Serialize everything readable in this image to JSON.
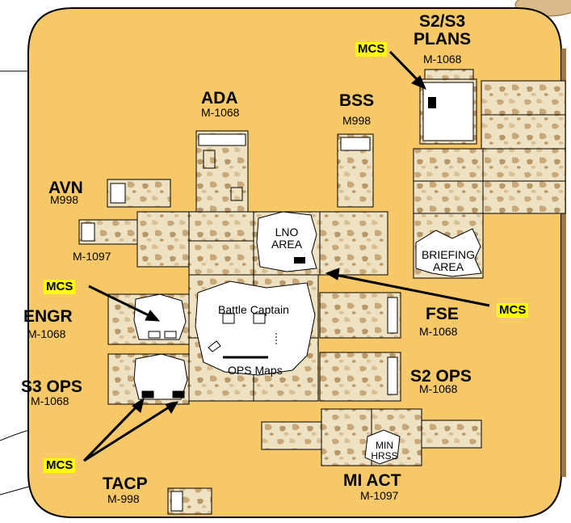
{
  "colors": {
    "background_panel": "#f6c867",
    "panel_border": "#000000",
    "camo_base": "#efe2c2",
    "camo_spot": "#c8a878",
    "highlight": "#ffff00",
    "open_area": "#ffffff"
  },
  "labels": {
    "s2s3_plans": {
      "name": "S2/S3\nPLANS",
      "vehicle": "M-1068"
    },
    "ada": {
      "name": "ADA",
      "vehicle": "M-1068"
    },
    "bss": {
      "name": "BSS",
      "vehicle": "M998"
    },
    "avn": {
      "name": "AVN",
      "vehicle": "M998"
    },
    "m1097_left": {
      "vehicle": "M-1097"
    },
    "engr": {
      "name": "ENGR",
      "vehicle": "M-1068"
    },
    "s3_ops": {
      "name": "S3 OPS",
      "vehicle": "M-1068"
    },
    "fse": {
      "name": "FSE",
      "vehicle": "M-1068"
    },
    "s2_ops": {
      "name": "S2 OPS",
      "vehicle": "M-1068"
    },
    "tacp": {
      "name": "TACP",
      "vehicle": "M-998"
    },
    "mi_act": {
      "name": "MI ACT",
      "vehicle": "M-1097"
    }
  },
  "areas": {
    "lno": "LNO\nAREA",
    "briefing": "BRIEFING\nAREA",
    "battle_captain": "Battle Captain",
    "ops_maps": "OPS Maps",
    "min_hrss": "MIN\nHRSS"
  },
  "mcs_tags": {
    "top": "MCS",
    "left": "MCS",
    "right": "MCS",
    "bottom": "MCS"
  }
}
